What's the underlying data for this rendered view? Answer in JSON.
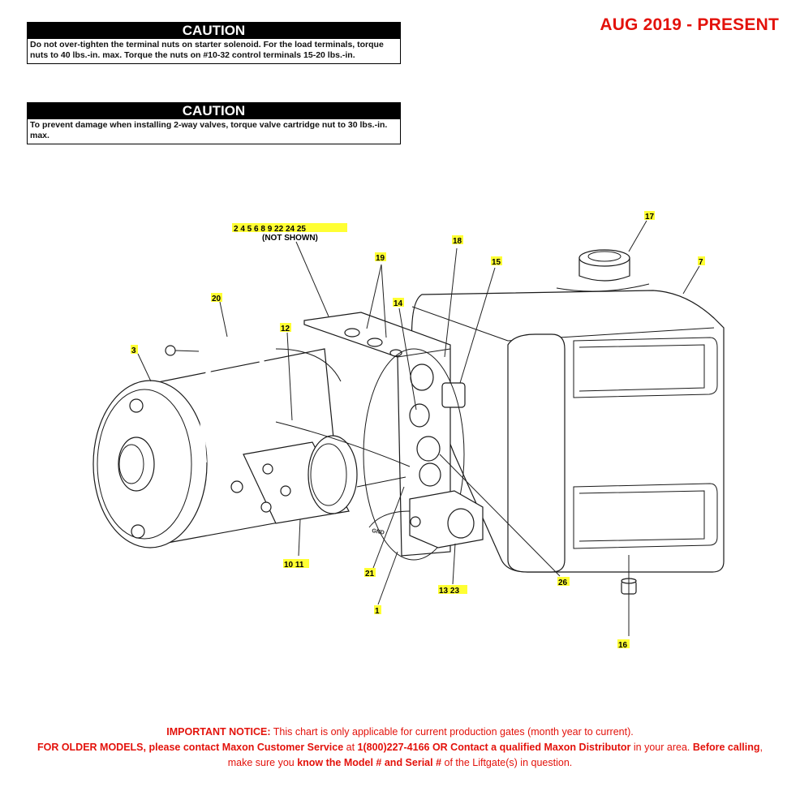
{
  "header": {
    "date_range": "AUG 2019 - PRESENT"
  },
  "cautions": [
    {
      "title": "CAUTION",
      "text": "Do not over-tighten the terminal nuts on starter solenoid. For the load terminals, torque nuts to 40 lbs.-in. max. Torque the nuts on #10-32 control terminals 15-20 lbs.-in."
    },
    {
      "title": "CAUTION",
      "text": "To prevent damage when installing 2-way valves, torque valve cartridge nut to 30 lbs.-in. max."
    }
  ],
  "diagram": {
    "callouts": {
      "c1": "1",
      "c3": "3",
      "c7": "7",
      "c10_11": "10 11",
      "c12": "12",
      "c13_23": "13 23",
      "c14": "14",
      "c15": "15",
      "c16": "16",
      "c17": "17",
      "c18": "18",
      "c19": "19",
      "c20": "20",
      "c21": "21",
      "c26": "26",
      "not_shown_numbers": "2 4 5 6 8 9 22 24 25",
      "not_shown_label": "(NOT SHOWN)",
      "gnd_label": "GND"
    }
  },
  "notice": {
    "lead": "IMPORTANT NOTICE:",
    "line1_rest": " This chart is only applicable for current production gates (month year to current).",
    "older_models": "FOR OLDER MODELS, please contact Maxon Customer Service",
    "at": " at ",
    "phone": "1(800)227-4166 OR Contact a qualified Maxon Distributor",
    "area": " in your area. ",
    "before_calling": "Before calling",
    "make_sure": ", make sure you ",
    "know": "know the Model # and Serial #",
    "tail": " of the Liftgate(s) in question."
  }
}
